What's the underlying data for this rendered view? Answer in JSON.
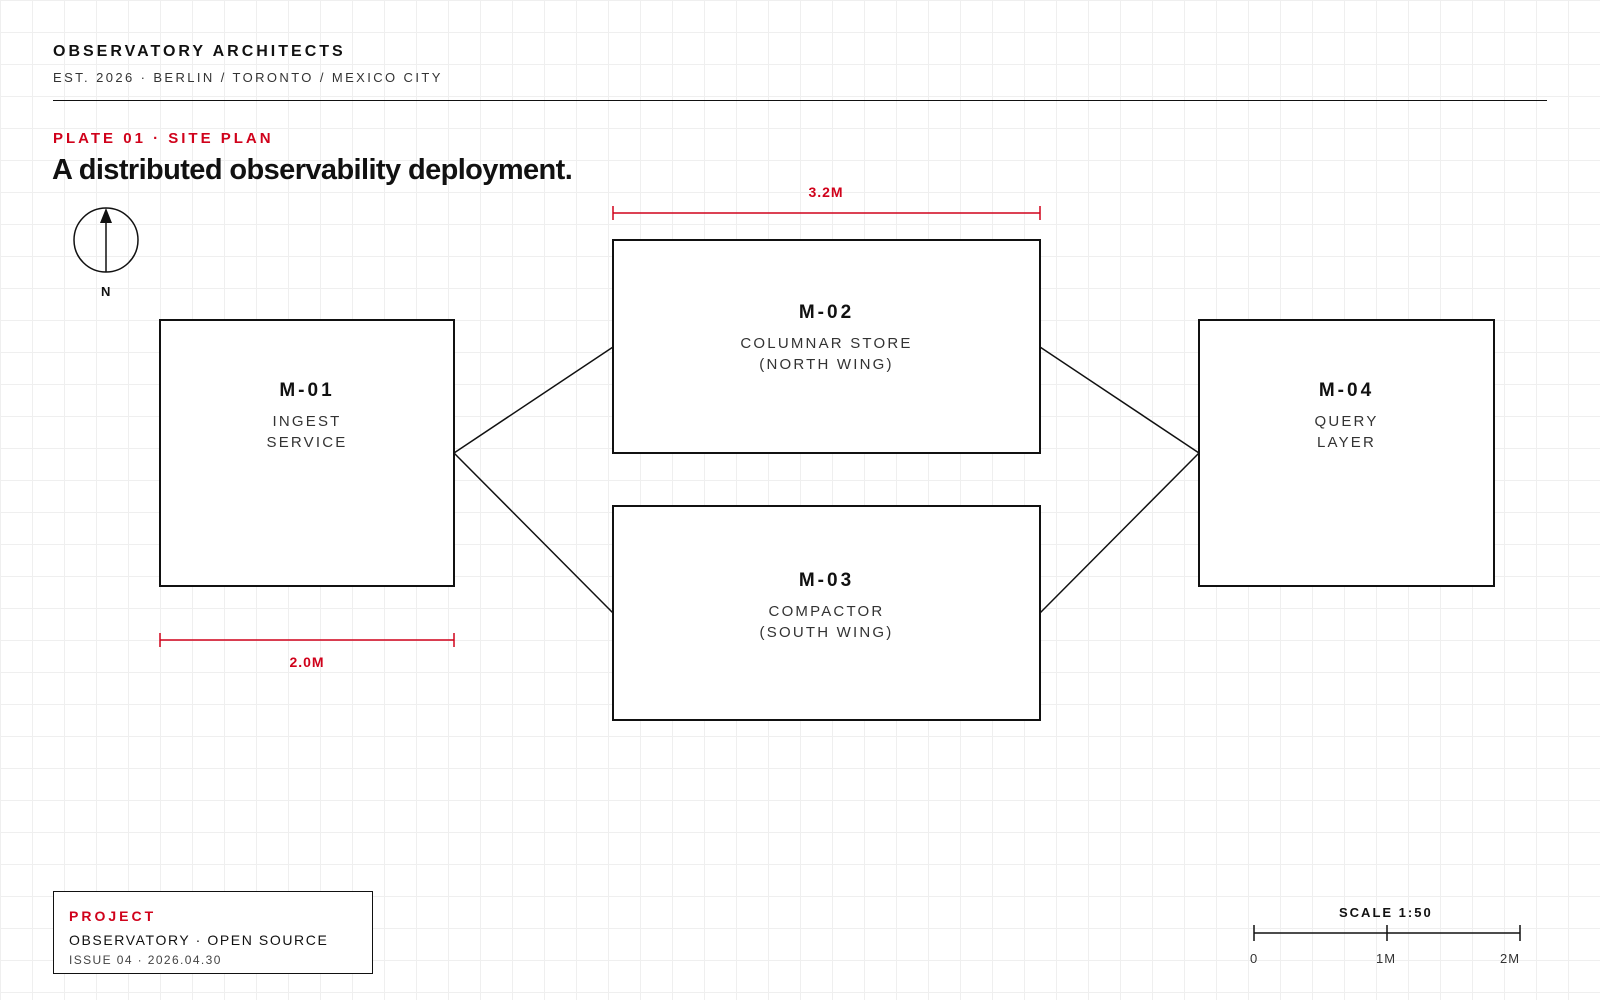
{
  "header": {
    "firm_name": "OBSERVATORY ARCHITECTS",
    "firm_sub": "EST. 2026 · BERLIN / TORONTO / MEXICO CITY"
  },
  "plate": {
    "label": "PLATE 01 · SITE PLAN",
    "title": "A distributed observability deployment."
  },
  "compass": {
    "label": "N"
  },
  "modules": [
    {
      "id": "M-01",
      "name": "INGEST\nSERVICE"
    },
    {
      "id": "M-02",
      "name": "COLUMNAR STORE\n(NORTH WING)"
    },
    {
      "id": "M-03",
      "name": "COMPACTOR\n(SOUTH WING)"
    },
    {
      "id": "M-04",
      "name": "QUERY\nLAYER"
    }
  ],
  "connections": [
    {
      "from": "M-01",
      "to": "M-02"
    },
    {
      "from": "M-01",
      "to": "M-03"
    },
    {
      "from": "M-02",
      "to": "M-04"
    },
    {
      "from": "M-03",
      "to": "M-04"
    }
  ],
  "dimensions": {
    "top_width": "3.2M",
    "left_width": "2.0M"
  },
  "project": {
    "label": "PROJECT",
    "name": "OBSERVATORY · OPEN SOURCE",
    "issue": "ISSUE 04 · 2026.04.30"
  },
  "scale": {
    "title": "SCALE 1:50",
    "ticks": [
      "0",
      "1M",
      "2M"
    ]
  },
  "colors": {
    "accent": "#d0021b",
    "ink": "#111111",
    "grid": "#efefef"
  }
}
